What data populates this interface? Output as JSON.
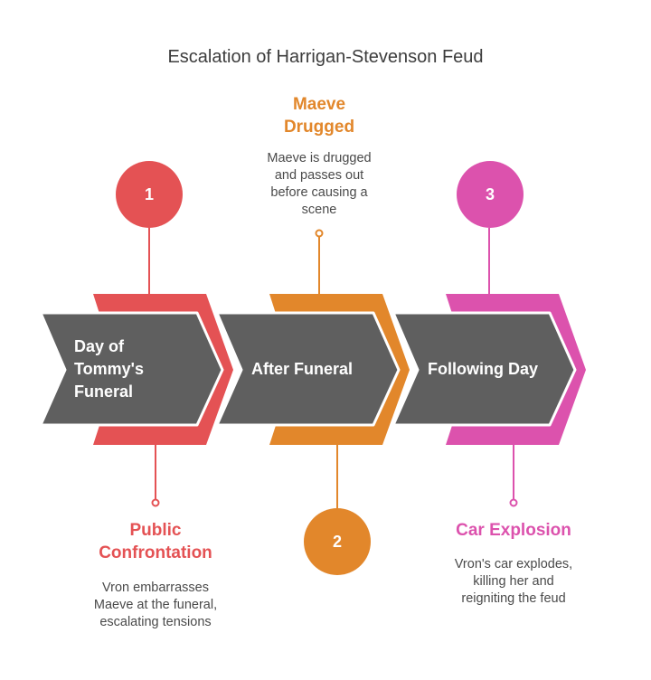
{
  "title": "Escalation of Harrigan-Stevenson Feud",
  "colors": {
    "red": "#e45254",
    "orange": "#e2872b",
    "pink": "#dc52ad",
    "arrow": "#5f5f5f",
    "text": "#4a4a4a"
  },
  "steps": [
    {
      "number": "1",
      "label": "Day of Tommy's Funeral",
      "label_lines": [
        "Day of",
        "Tommy's",
        "Funeral"
      ],
      "heading": "Public Confrontation",
      "heading_lines": [
        "Public",
        "Confrontation"
      ],
      "description_lines": [
        "Vron embarrasses",
        "Maeve at the funeral,",
        "escalating tensions"
      ]
    },
    {
      "number": "2",
      "label": "After Funeral",
      "label_lines": [
        "After Funeral"
      ],
      "heading": "Maeve Drugged",
      "heading_lines": [
        "Maeve",
        "Drugged"
      ],
      "description_lines": [
        "Maeve is drugged",
        "and passes out",
        "before causing a",
        "scene"
      ]
    },
    {
      "number": "3",
      "label": "Following Day",
      "label_lines": [
        "Following Day"
      ],
      "heading": "Car Explosion",
      "heading_lines": [
        "Car Explosion"
      ],
      "description_lines": [
        "Vron's car explodes,",
        "killing her and",
        "reigniting the feud"
      ]
    }
  ]
}
